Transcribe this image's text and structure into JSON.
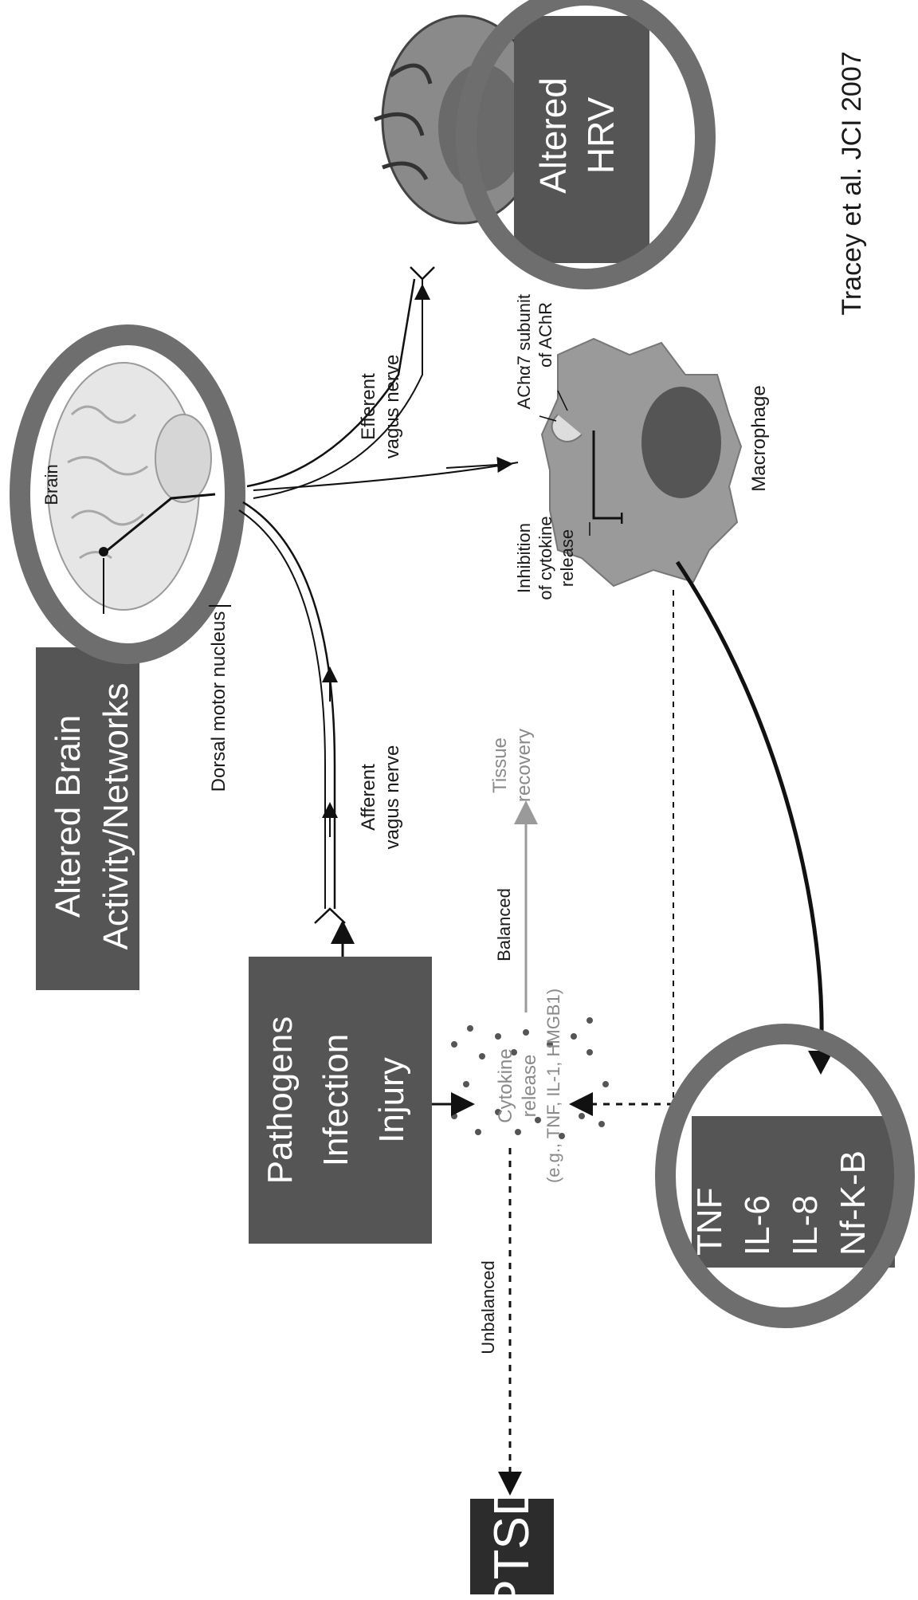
{
  "boxes": {
    "brain_activity": [
      "Altered Brain",
      "Activity/Networks"
    ],
    "pathogens": [
      "Pathogens",
      "Infection",
      "Injury"
    ],
    "ptsd": "PTSD",
    "hrv": [
      "Altered",
      "HRV"
    ],
    "cytokines": [
      "TNF",
      "IL-6",
      "IL-8",
      "Nf-K-B"
    ]
  },
  "labels": {
    "brain": "Brain",
    "dorsal_motor_nucleus": "Dorsal motor nucleus",
    "afferent_vagus": [
      "Afferent",
      "vagus nerve"
    ],
    "efferent_vagus": [
      "Efferent",
      "vagus nerve"
    ],
    "ach": "ACh",
    "alpha7": [
      "α7 subunit",
      "of AChR"
    ],
    "inhibition": [
      "Inhibition",
      "of cytokine",
      "release"
    ],
    "macrophage": "Macrophage",
    "cytokine_release": [
      "Cytokine",
      "release",
      "(e.g., TNF, IL-1, HMGB1)"
    ],
    "balanced": "Balanced",
    "unbalanced": "Unbalanced",
    "tissue_recovery": [
      "Tissue",
      "recovery"
    ]
  },
  "citation": "Tracey et al. JCI 2007",
  "colors": {
    "box_fill": "#555555",
    "box_dark": "#2c2c2c",
    "ring": "#6e6e6e",
    "line": "#111111",
    "gray_text": "#8a8a8a"
  }
}
